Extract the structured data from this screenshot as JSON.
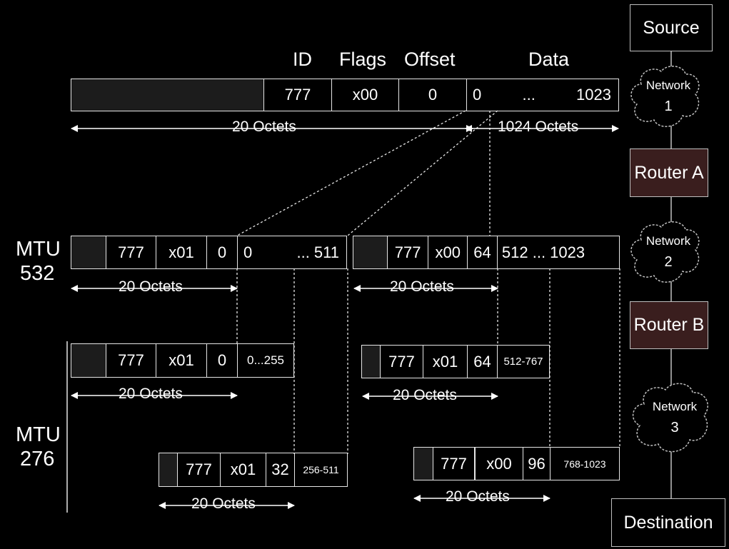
{
  "header_labels": {
    "id": "ID",
    "flags": "Flags",
    "offset": "Offset",
    "data": "Data"
  },
  "original_packet": {
    "id": "777",
    "flags": "x00",
    "offset": "0",
    "data_start": "0",
    "data_mid": "...",
    "data_end": "1023"
  },
  "original_sizes": {
    "header": "20 Octets",
    "data": "1024 Octets"
  },
  "mtu532": {
    "label_line1": "MTU",
    "label_line2": "532",
    "fragment1": {
      "id": "777",
      "flags": "x01",
      "offset": "0",
      "data_start": "0",
      "data_end": "... 511",
      "size": "20 Octets"
    },
    "fragment2": {
      "id": "777",
      "flags": "x00",
      "offset": "64",
      "data": "512 ... 1023",
      "size": "20 Octets"
    }
  },
  "mtu276": {
    "label_line1": "MTU",
    "label_line2": "276",
    "fragment1": {
      "id": "777",
      "flags": "x01",
      "offset": "0",
      "data": "0...255",
      "size": "20 Octets"
    },
    "fragment2": {
      "id": "777",
      "flags": "x01",
      "offset": "64",
      "data": "512-767",
      "size": "20 Octets"
    },
    "fragment3": {
      "id": "777",
      "flags": "x01",
      "offset": "32",
      "data": "256-511",
      "size": "20 Octets"
    },
    "fragment4": {
      "id": "777",
      "flags": "x00",
      "offset": "96",
      "data": "768-1023",
      "size": "20 Octets"
    }
  },
  "path": {
    "source": "Source",
    "network1": {
      "label": "Network",
      "number": "1"
    },
    "router_a": "Router A",
    "network2": {
      "label": "Network",
      "number": "2"
    },
    "router_b": "Router B",
    "network3": {
      "label": "Network",
      "number": "3"
    },
    "destination": "Destination"
  },
  "colors": {
    "background": "#000000",
    "router_fill": "#3a1e1e",
    "header_fill": "#1c1c1c",
    "lines": "#e6e6e6"
  }
}
